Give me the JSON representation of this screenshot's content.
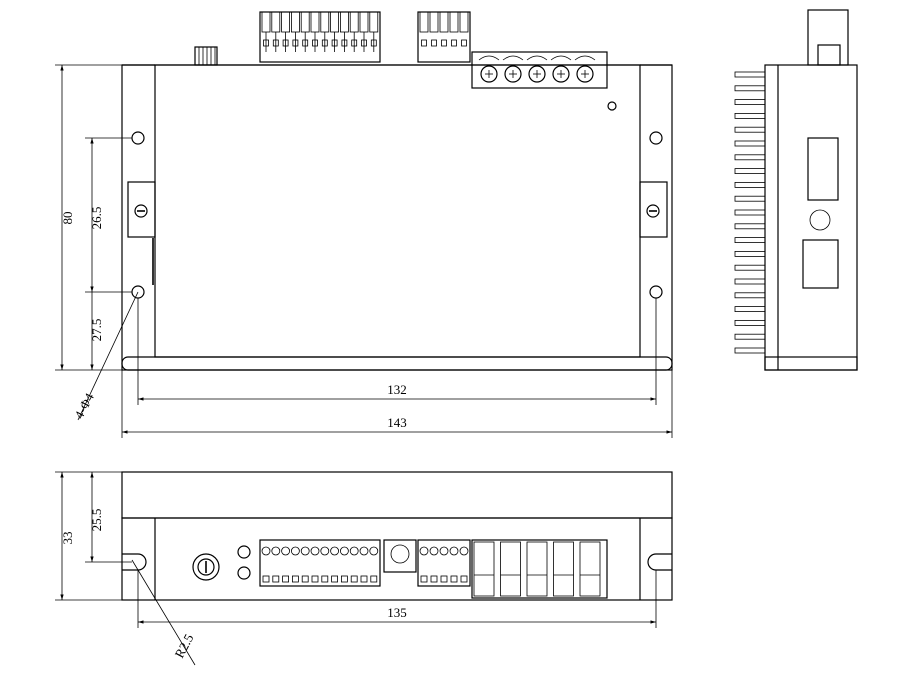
{
  "dimensions": {
    "front_height": "80",
    "hole_spacing_upper": "26.5",
    "hole_spacing_lower": "27.5",
    "hole_callout": "4-Φ4",
    "hole_pitch_width": "132",
    "overall_width": "143",
    "side_height": "33",
    "side_height_inner": "25.5",
    "slot_pitch_width": "135",
    "slot_radius": "R2.5"
  }
}
